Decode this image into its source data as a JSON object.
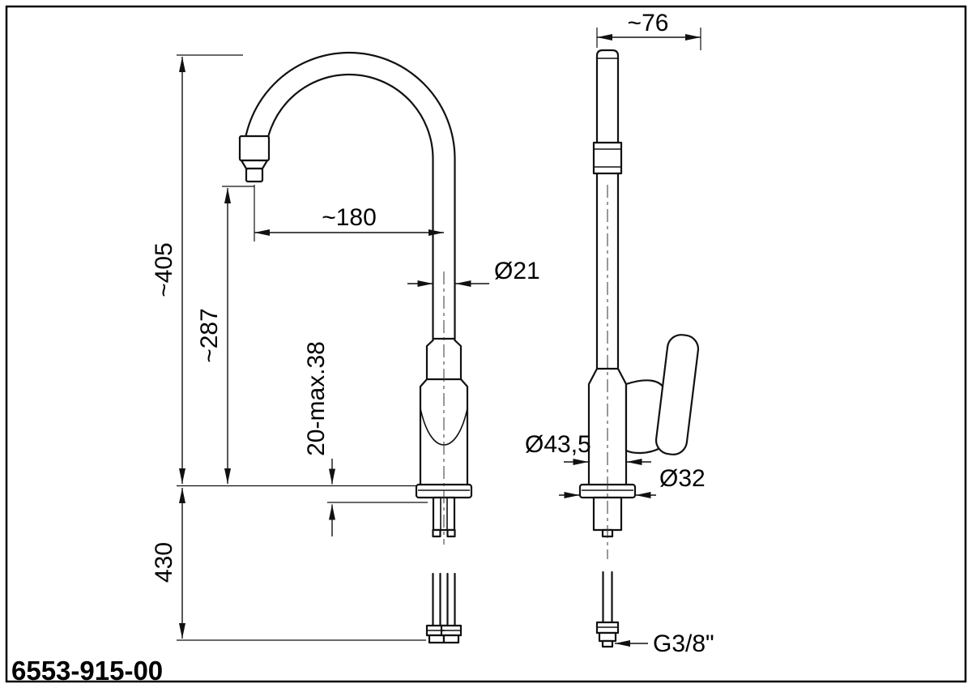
{
  "drawing": {
    "part_number": "6553-915-00",
    "dimensions": {
      "overall_height": "~405",
      "spout_height": "~287",
      "spout_reach": "~180",
      "tube_diameter": "Ø21",
      "deck_thickness": "20-max.38",
      "below_deck_length": "430",
      "top_width": "~76",
      "body_diameter": "Ø43,5",
      "flange_diameter": "Ø32",
      "hose_thread": "G3/8\""
    },
    "colors": {
      "line": "#111111",
      "background": "#ffffff"
    }
  }
}
